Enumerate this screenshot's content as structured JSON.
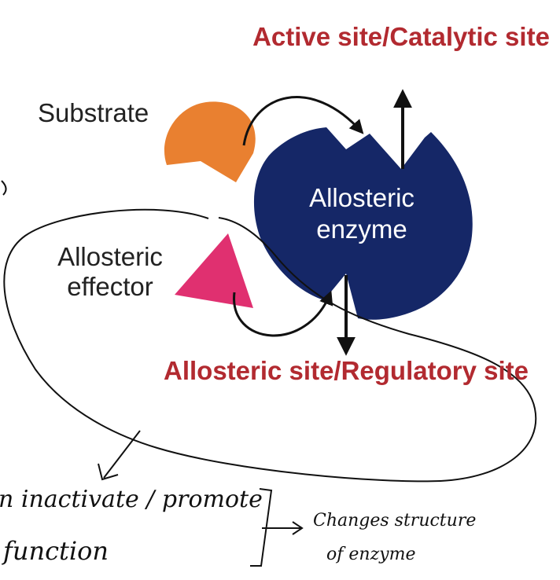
{
  "labels": {
    "active_site": "Active site/Catalytic site",
    "substrate": "Substrate",
    "enzyme": "Allosteric enzyme",
    "effector": "Allosteric effector",
    "allosteric_site": "Allosteric site/Regulatory site"
  },
  "handwriting": {
    "line1": "n inactivate / promote",
    "line2": "function",
    "note_line1": "Changes structure",
    "note_line2": "of enzyme"
  },
  "colors": {
    "enzyme": "#152767",
    "substrate": "#e98030",
    "effector": "#e03070",
    "label_red": "#b22a30"
  }
}
